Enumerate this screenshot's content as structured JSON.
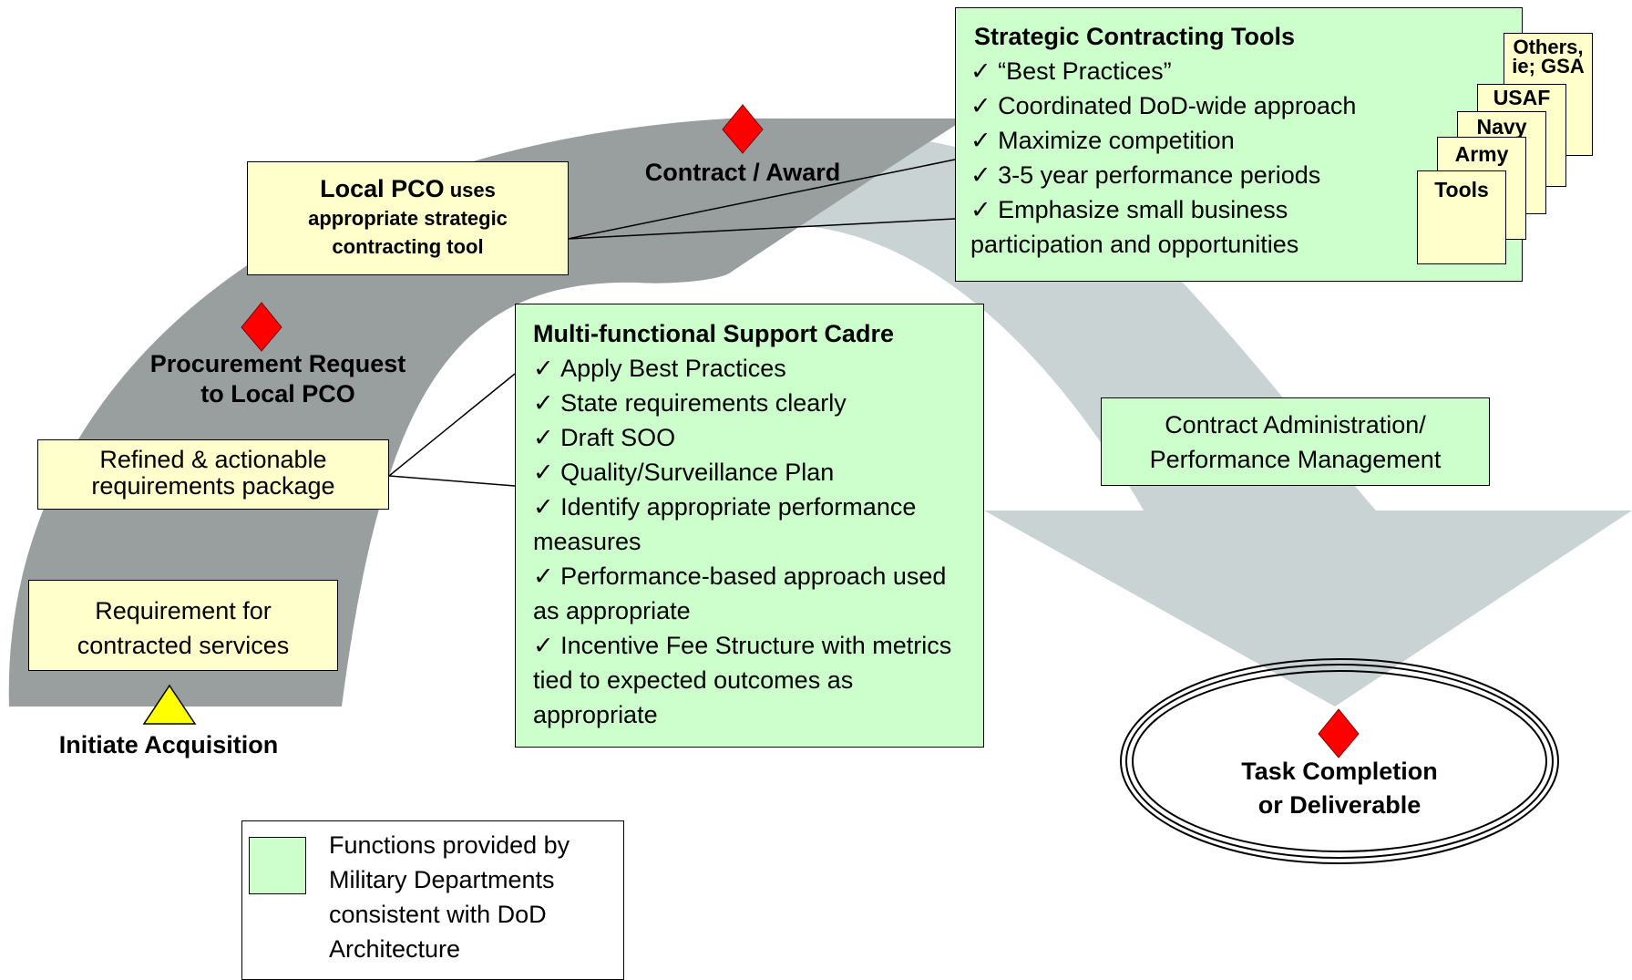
{
  "milestones": {
    "initiate": "Initiate Acquisition",
    "procurement_request": [
      "Procurement Request",
      "to Local PCO"
    ],
    "contract_award": "Contract / Award",
    "task_completion": [
      "Task Completion",
      "or Deliverable"
    ]
  },
  "steps": {
    "requirement": [
      "Requirement for",
      "contracted services"
    ],
    "refined_package": [
      "Refined & actionable",
      "requirements package"
    ],
    "local_pco": {
      "title": "Local PCO",
      "title_suffix": " uses",
      "body": [
        "appropriate strategic",
        "contracting tool"
      ]
    },
    "contract_admin": [
      "Contract Administration/",
      "Performance Management"
    ]
  },
  "strategic_tools": {
    "title": "Strategic Contracting Tools",
    "items": [
      "“Best Practices”",
      "Coordinated DoD-wide approach",
      "Maximize competition",
      "3-5 year performance periods",
      "Emphasize small business"
    ],
    "continuation": "participation and opportunities",
    "documents": [
      "Others, ie; GSA",
      "USAF",
      "Navy",
      "Army",
      "Tools"
    ]
  },
  "support_cadre": {
    "title": "Multi-functional Support Cadre",
    "items": [
      "Apply Best Practices",
      "State requirements clearly",
      "Draft SOO",
      "Quality/Surveillance Plan",
      "Identify appropriate performance measures",
      "Performance-based approach used as appropriate",
      "Incentive Fee Structure with metrics tied to expected outcomes as appropriate"
    ]
  },
  "legend": {
    "text": "Functions provided by Military Departments consistent with DoD Architecture",
    "swatch_color": "#ccffcc"
  },
  "colors": {
    "arc_dark": "#999e9f",
    "arc_light": "#c9d3d3",
    "box_yellow": "#ffffcc",
    "box_green": "#ccffcc",
    "milestone_red": "#ff0000",
    "start_yellow": "#ffff00"
  }
}
